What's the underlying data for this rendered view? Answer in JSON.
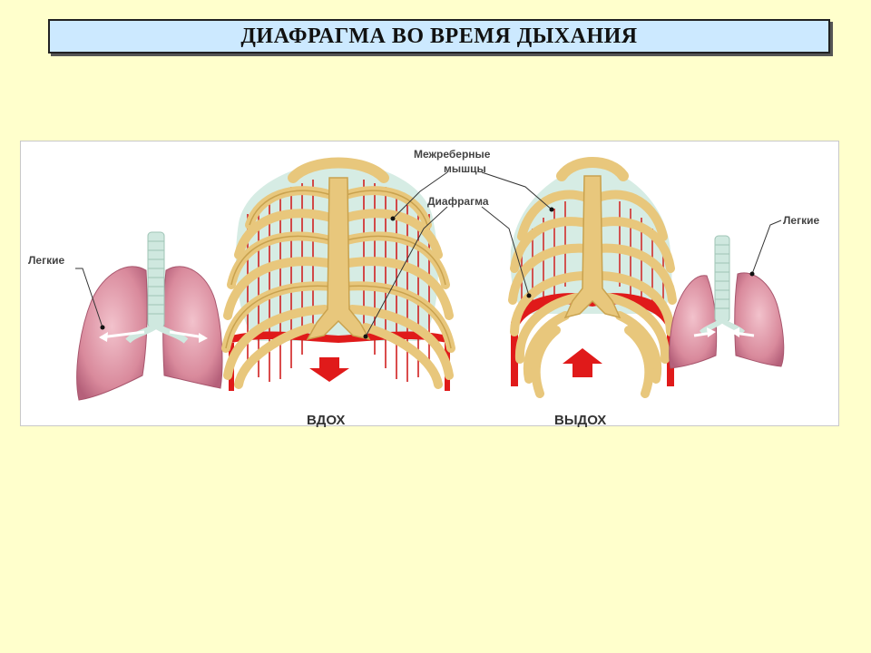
{
  "slide": {
    "title": "ДИАФРАГМА ВО ВРЕМЯ ДЫХАНИЯ"
  },
  "figure": {
    "labels": {
      "lungs_left": "Легкие",
      "lungs_right": "Легкие",
      "intercostal_line1": "Межреберные",
      "intercostal_line2": "мышцы",
      "diaphragm": "Диафрагма",
      "inhale": "ВДОХ",
      "exhale": "ВЫДОХ"
    },
    "colors": {
      "background": "#ffffcc",
      "title_box": "#cce9ff",
      "bone": "#e8c77c",
      "bone_stroke": "#c9a24e",
      "lung": "#d98a9c",
      "trachea": "#cfe8df",
      "diaphragm": "#e01a1a",
      "cavity": "#d6ece4"
    },
    "icons": [
      "arrow-down-icon",
      "arrow-up-icon"
    ]
  }
}
